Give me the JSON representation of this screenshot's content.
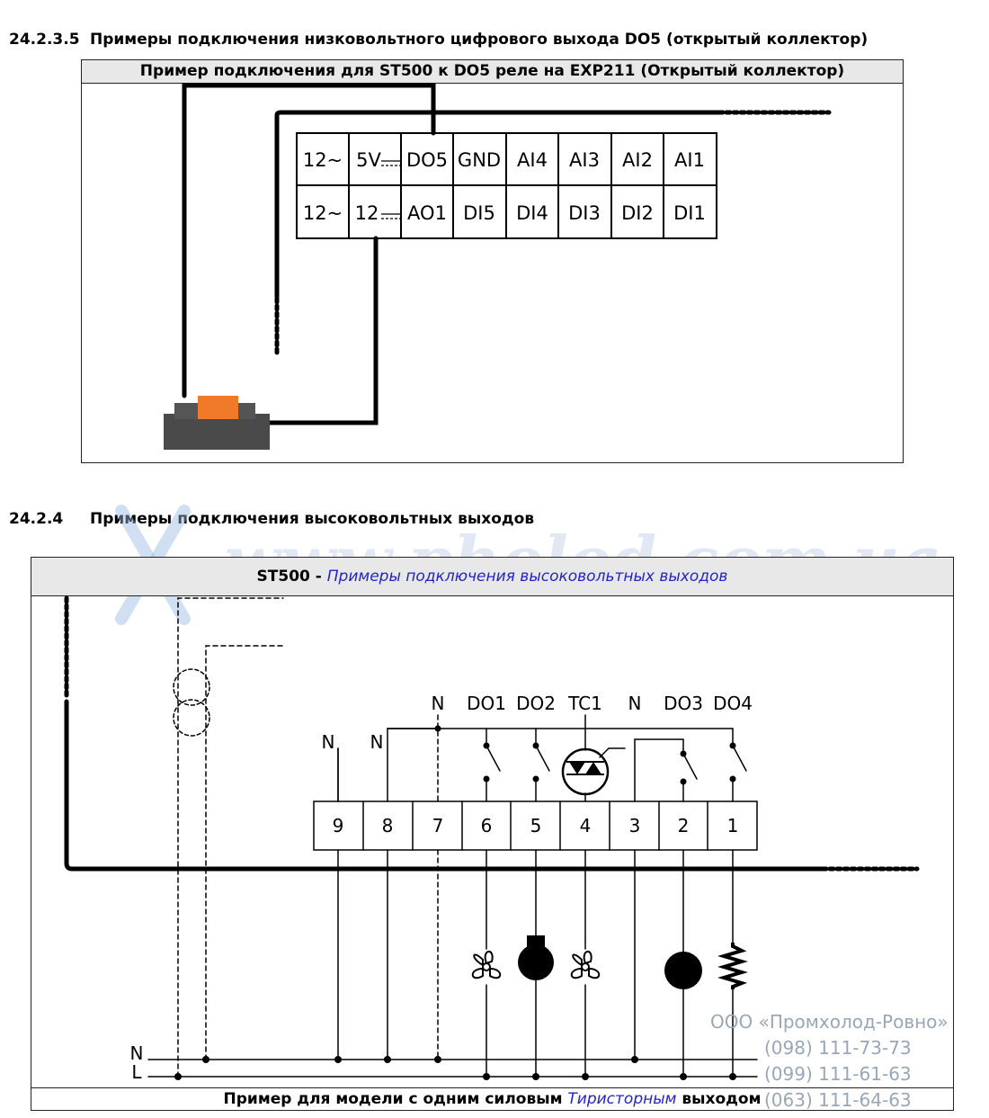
{
  "section1": {
    "number": "24.2.3.5",
    "title": "Примеры подключения низковольтного цифрового выхода DO5 (открытый коллектор)"
  },
  "diagram1": {
    "title": "Пример подключения для ST500 к DO5  реле на EXP211 (Открытый коллектор)",
    "row1": [
      "12~",
      "5V",
      "DO5",
      "GND",
      "AI4",
      "AI3",
      "AI2",
      "AI1"
    ],
    "row2": [
      "12~",
      "12",
      "AO1",
      "DI5",
      "DI4",
      "DI3",
      "DI2",
      "DI1"
    ]
  },
  "section2": {
    "number": "24.2.4",
    "title": "Примеры подключения высоковольтных выходов"
  },
  "diagram2": {
    "title_prefix": "ST500 - ",
    "title_italic": "Примеры подключения высоковольтных выходов",
    "top_labels": [
      "N",
      "DO1",
      "DO2",
      "TC1",
      "N",
      "DO3",
      "DO4"
    ],
    "side_labels": [
      "N",
      "N"
    ],
    "terminals": [
      "9",
      "8",
      "7",
      "6",
      "5",
      "4",
      "3",
      "2",
      "1"
    ],
    "line_labels": [
      "N",
      "L"
    ],
    "footer_prefix": "Пример для модели с одним силовым ",
    "footer_italic": "Тиристорным",
    "footer_suffix": " выходом"
  },
  "watermark": "www.pholod.com.ua",
  "contact": {
    "company": "ООО «Промхолод-Ровно»",
    "phones": [
      "(098) 111-73-73",
      "(099) 111-61-63",
      "(063) 111-64-63"
    ]
  }
}
